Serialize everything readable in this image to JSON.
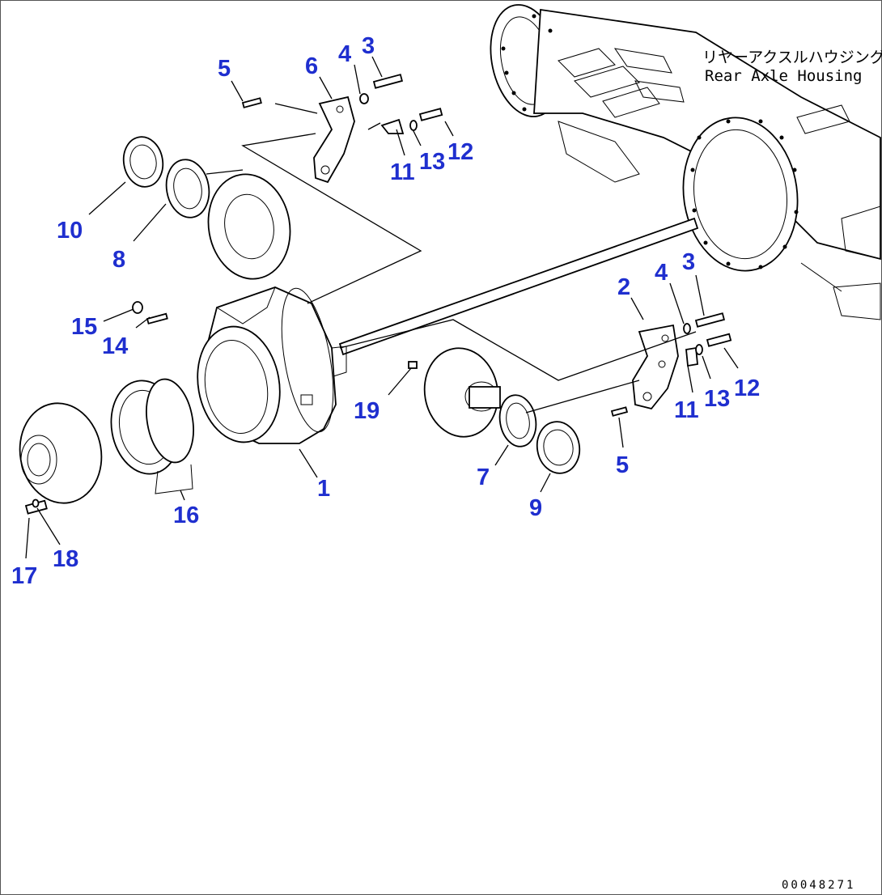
{
  "housing_label": {
    "jp": "リヤーアクスルハウジング",
    "en": "Rear Axle Housing"
  },
  "drawing_code": "00048271",
  "callouts": {
    "c1": "1",
    "c2": "2",
    "c3a": "3",
    "c3b": "3",
    "c4a": "4",
    "c4b": "4",
    "c5a": "5",
    "c5b": "5",
    "c6": "6",
    "c7": "7",
    "c8": "8",
    "c9": "9",
    "c10": "10",
    "c11a": "11",
    "c11b": "11",
    "c12a": "12",
    "c12b": "12",
    "c13a": "13",
    "c13b": "13",
    "c14": "14",
    "c15": "15",
    "c16": "16",
    "c17": "17",
    "c18": "18",
    "c19": "19"
  },
  "colors": {
    "callout": "#1f2fcf",
    "linework": "#000000",
    "background": "#ffffff"
  }
}
